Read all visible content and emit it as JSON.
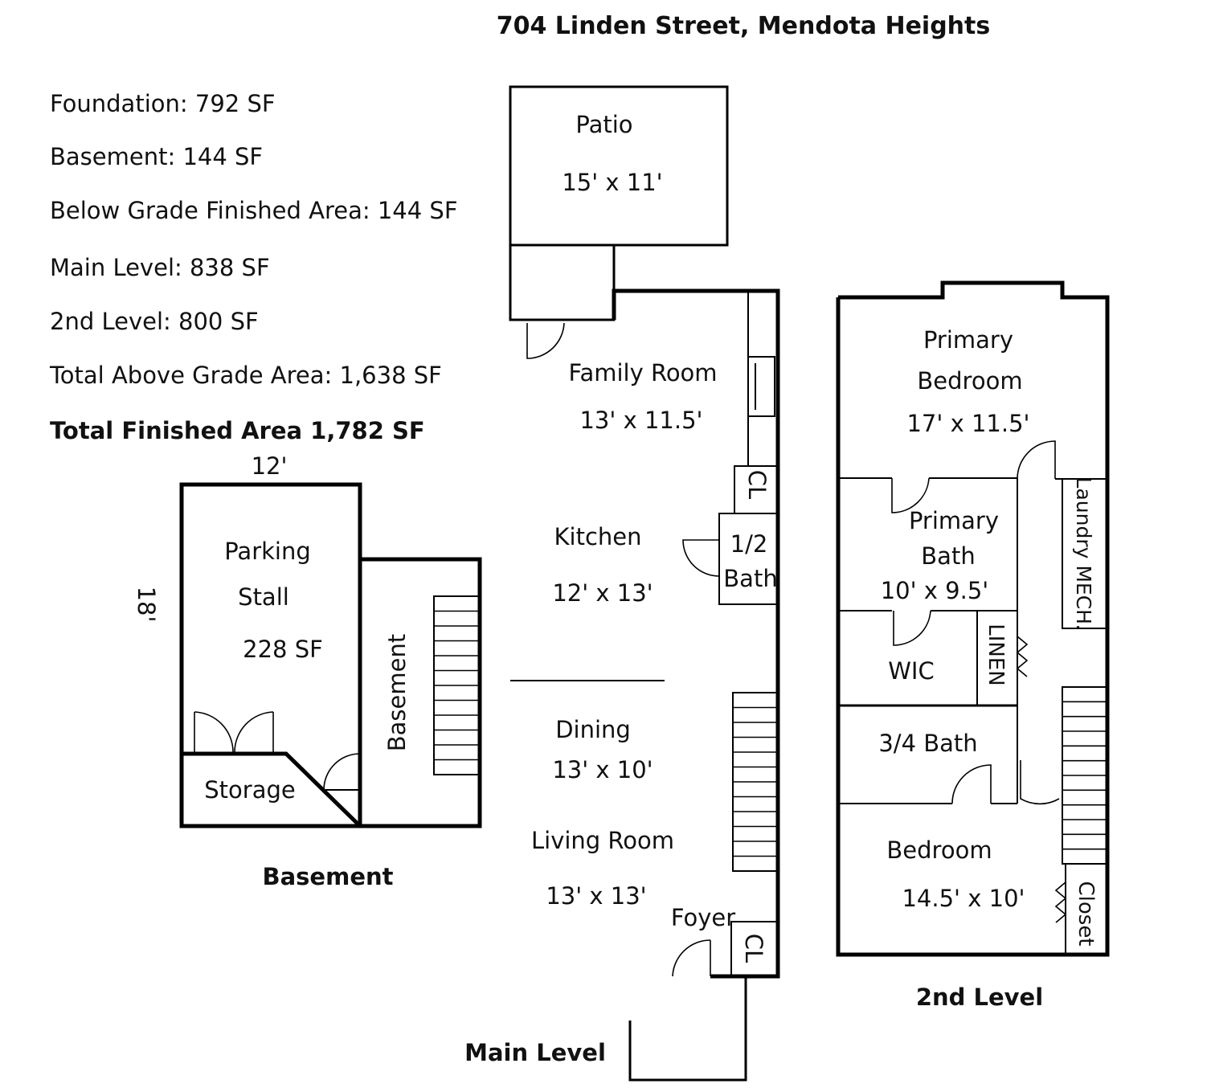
{
  "title": "704 Linden Street, Mendota Heights",
  "stats": {
    "foundation": "Foundation: 792 SF",
    "basement": "Basement: 144 SF",
    "below_grade": "Below Grade Finished Area: 144 SF",
    "main_level": "Main Level: 838 SF",
    "second_level": "2nd Level: 800 SF",
    "total_above": "Total Above Grade Area: 1,638 SF",
    "total_finished": "Total Finished Area 1,782 SF"
  },
  "levels": {
    "basement": {
      "caption": "Basement",
      "dim_width": "12'",
      "dim_length": "18'",
      "parking_line1": "Parking",
      "parking_line2": "Stall",
      "parking_area": "228 SF",
      "basement_room": "Basement",
      "storage": "Storage"
    },
    "main": {
      "caption": "Main Level",
      "patio": "Patio",
      "patio_dim": "15' x 11'",
      "family_room": "Family Room",
      "family_room_dim": "13' x 11.5'",
      "closet_upper": "CL",
      "half_bath_line1": "1/2",
      "half_bath_line2": "Bath",
      "kitchen": "Kitchen",
      "kitchen_dim": "12' x 13'",
      "dining": "Dining",
      "dining_dim": "13' x 10'",
      "living_room": "Living Room",
      "living_room_dim": "13' x 13'",
      "foyer": "Foyer",
      "closet_lower": "CL"
    },
    "second": {
      "caption": "2nd Level",
      "primary_bedroom_line1": "Primary",
      "primary_bedroom_line2": "Bedroom",
      "primary_bedroom_dim": "17' x 11.5'",
      "primary_bath_line1": "Primary",
      "primary_bath_line2": "Bath",
      "primary_bath_dim": "10' x 9.5'",
      "laundry": "Laundry MECH.",
      "wic": "WIC",
      "linen": "LINEN",
      "three_quarter_bath": "3/4 Bath",
      "bedroom": "Bedroom",
      "bedroom_dim": "14.5' x 10'",
      "closet": "Closet"
    }
  }
}
